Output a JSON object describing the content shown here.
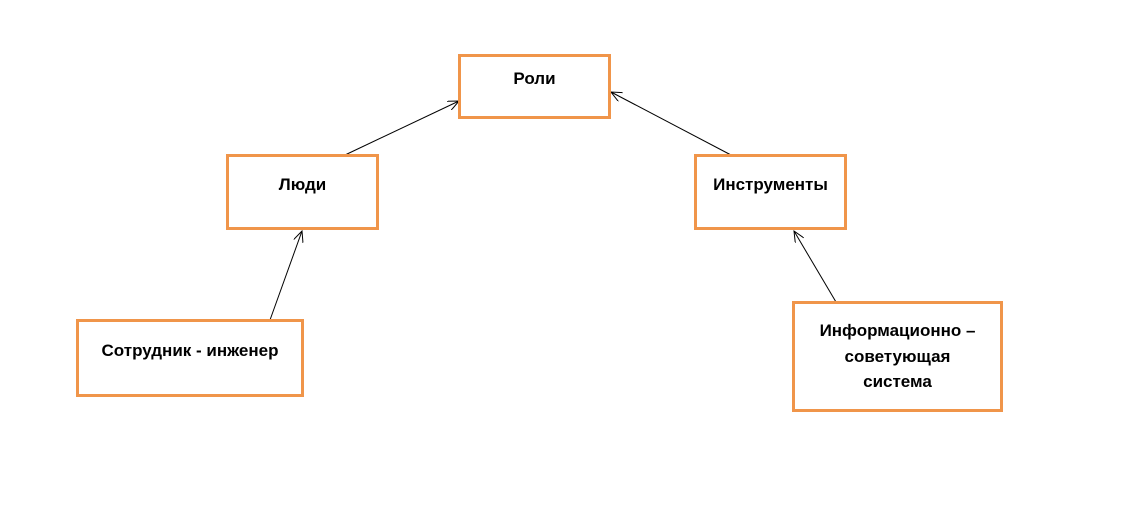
{
  "nodes": {
    "roles": "Роли",
    "people": "Люди",
    "tools": "Инструменты",
    "engineer": "Сотрудник  - инженер",
    "info_system": "Информационно  –\nсоветующая\nсистема"
  },
  "edges": [
    {
      "from": "people",
      "to": "roles"
    },
    {
      "from": "tools",
      "to": "roles"
    },
    {
      "from": "engineer",
      "to": "people"
    },
    {
      "from": "info_system",
      "to": "tools"
    }
  ],
  "colors": {
    "box_border": "#f0954a",
    "arrow": "#000000"
  }
}
